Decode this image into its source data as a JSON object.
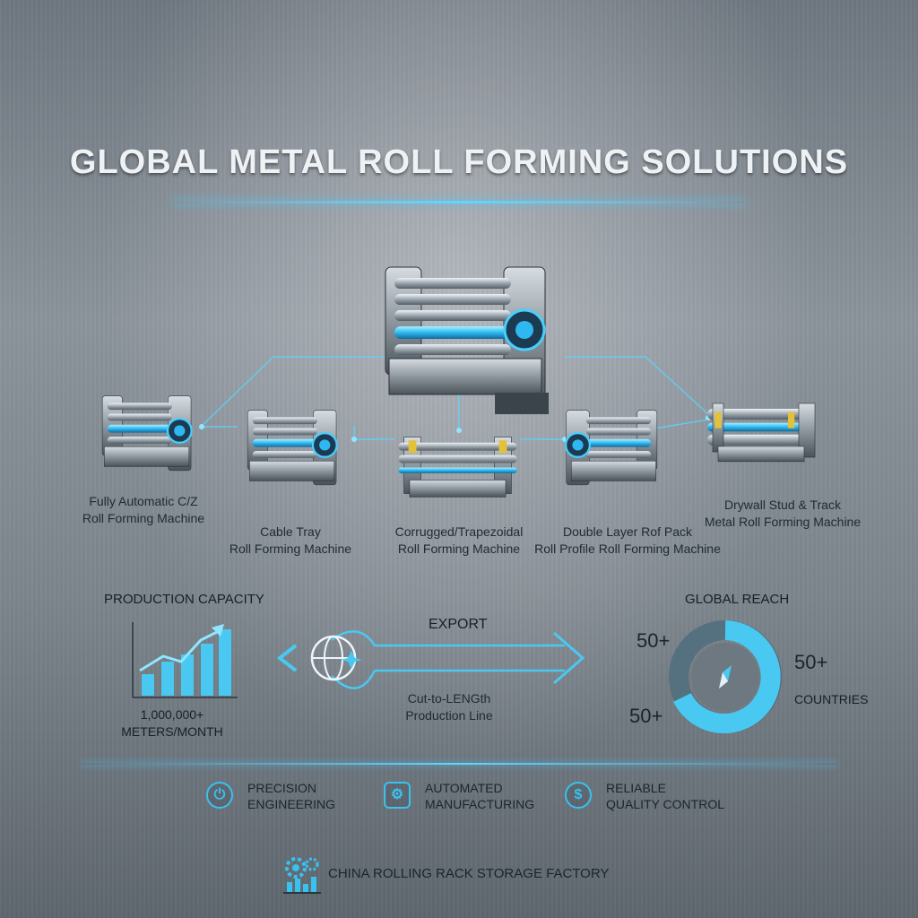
{
  "title": "GLOBAL METAL ROLL FORMING SOLUTIONS",
  "machines": [
    {
      "line1": "Fully Automatic C/Z",
      "line2": "Roll Forming Machine"
    },
    {
      "line1": "Cable Tray",
      "line2": "Roll Forming Machine"
    },
    {
      "line1": "Corrugged/Trapezoidal",
      "line2": "Roll Forming Machine"
    },
    {
      "line1": "Double Layer Rof Pack",
      "line2": "Roll Profile Roll Forming Machine"
    },
    {
      "line1": "Drywall Stud & Track",
      "line2": "Metal Roll Forming Machine"
    }
  ],
  "production": {
    "title": "PRODUCTION CAPACITY",
    "value": "1,000,000+",
    "unit": "METERS/MONTH"
  },
  "export": {
    "title": "EXPORT",
    "line1": "Cut-to-LENGth",
    "line2": "Production Line"
  },
  "global": {
    "title": "GLOBAL REACH",
    "value_left_top": "50+",
    "value_right": "50+",
    "value_left_bottom": "50+",
    "countries": "COUNTRIES"
  },
  "features": [
    {
      "line1": "PRECISION",
      "line2": "ENGINEERING",
      "icon": "power-icon"
    },
    {
      "line1": "AUTOMATED",
      "line2": "MANUFACTURING",
      "icon": "robot-icon"
    },
    {
      "line1": "RELIABLE",
      "line2": "QUALITY CONTROL",
      "icon": "dollar-icon"
    }
  ],
  "footer": "CHINA ROLLING RACK STORAGE FACTORY",
  "colors": {
    "accent": "#38c2f0",
    "text": "#1a252e"
  }
}
